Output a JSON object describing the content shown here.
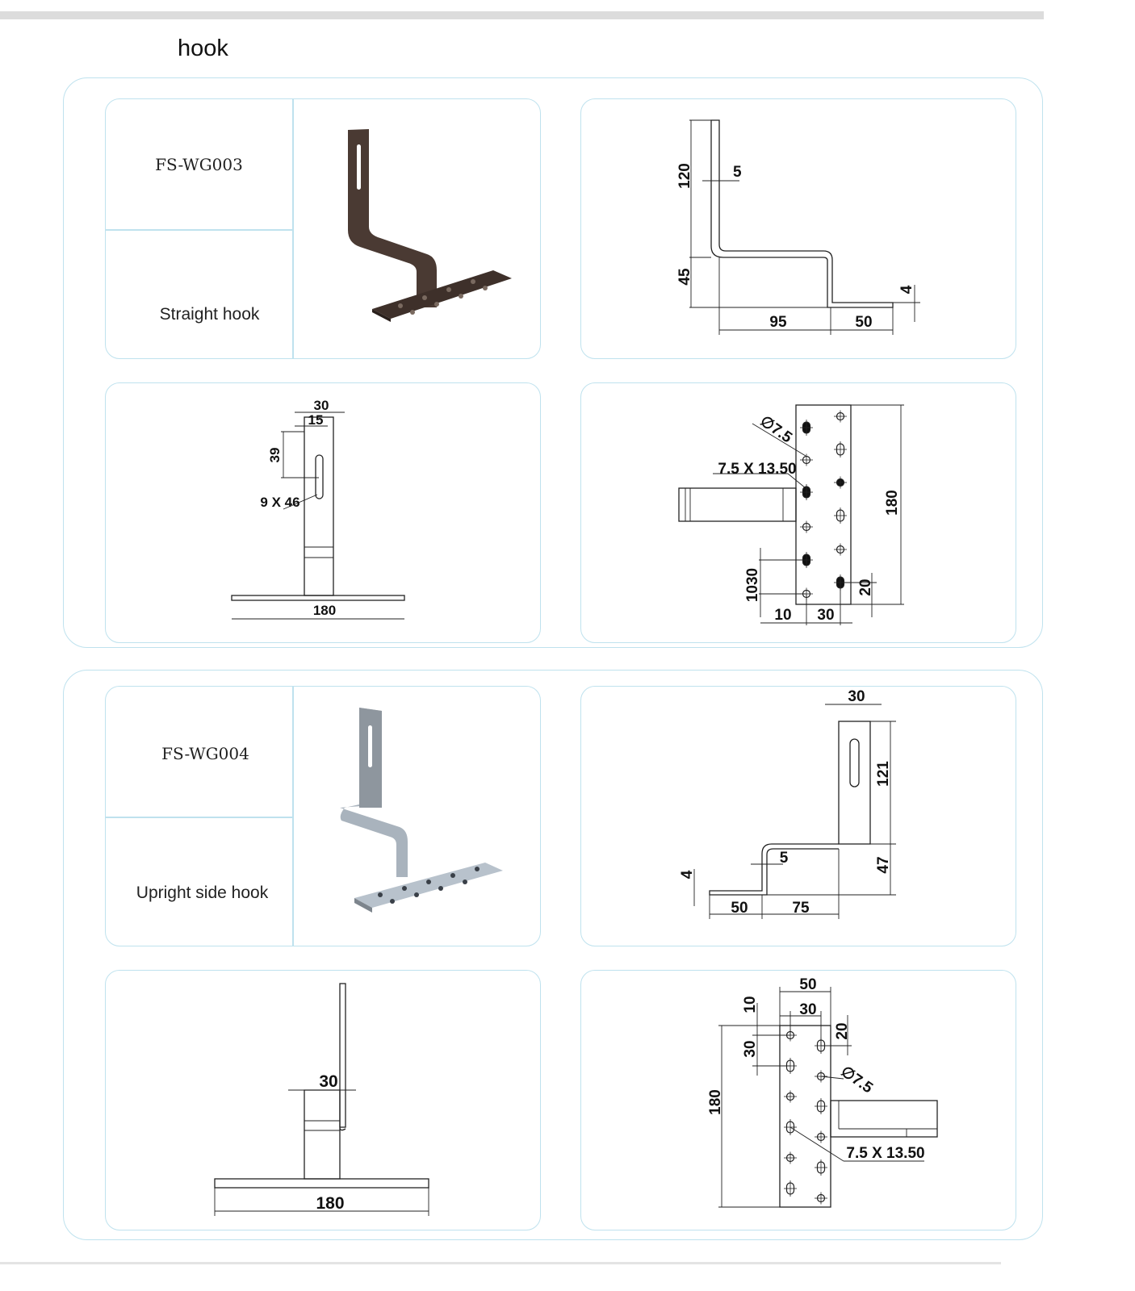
{
  "page_title": "hook",
  "products": [
    {
      "code": "FS-WG003",
      "name": "Straight hook",
      "side_view_dims": {
        "top_height": "120",
        "thickness": "5",
        "lower_height": "45",
        "foot_thickness": "4",
        "offset": "95",
        "foot_length": "50"
      },
      "front_view_dims": {
        "width": "30",
        "slot_offset": "15",
        "slot_top": "39",
        "slot_size": "9 X 46",
        "base_length": "180"
      },
      "plate_view_dims": {
        "hole_diameter": "∅7.5",
        "slot_size": "7.5 X 13.50",
        "length": "180",
        "hole_pitch": "1030",
        "edge": "10",
        "spacing": "30",
        "end": "20"
      },
      "color": "#4a3a33"
    },
    {
      "code": "FS-WG004",
      "name": "Upright side hook",
      "side_view_dims": {
        "width": "30",
        "top_height": "121",
        "lower_height": "47",
        "thickness": "5",
        "foot_thickness": "4",
        "foot_length": "50",
        "offset": "75"
      },
      "front_view_dims": {
        "width": "30",
        "base_length": "180"
      },
      "plate_view_dims": {
        "width": "50",
        "spacing": "30",
        "edge": "10",
        "end": "20",
        "pitch": "30",
        "hole_diameter": "∅7.5",
        "length": "180",
        "slot_size": "7.5 X 13.50"
      },
      "color": "#a9b3bd"
    }
  ]
}
